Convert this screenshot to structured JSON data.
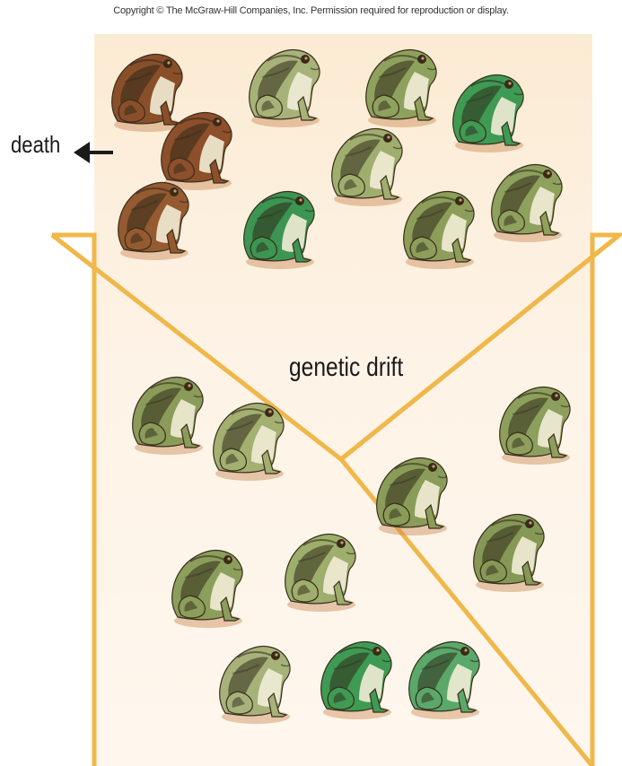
{
  "copyright_text": "Copyright © The McGraw-Hill Companies, Inc. Permission required for reproduction or display.",
  "labels": {
    "death": "death",
    "genetic_drift": "genetic drift"
  },
  "icons": {
    "death_arrow": "arrow-left-icon",
    "frog": "frog-icon"
  },
  "colors": {
    "frame_stroke": "#f0b74a",
    "fill_top": "#fdf0dc",
    "fill_bottom": "#fff6ea",
    "frog_brown": "#8a4f2a",
    "frog_olive": "#8ea15d",
    "frog_green": "#3f9a54"
  }
}
